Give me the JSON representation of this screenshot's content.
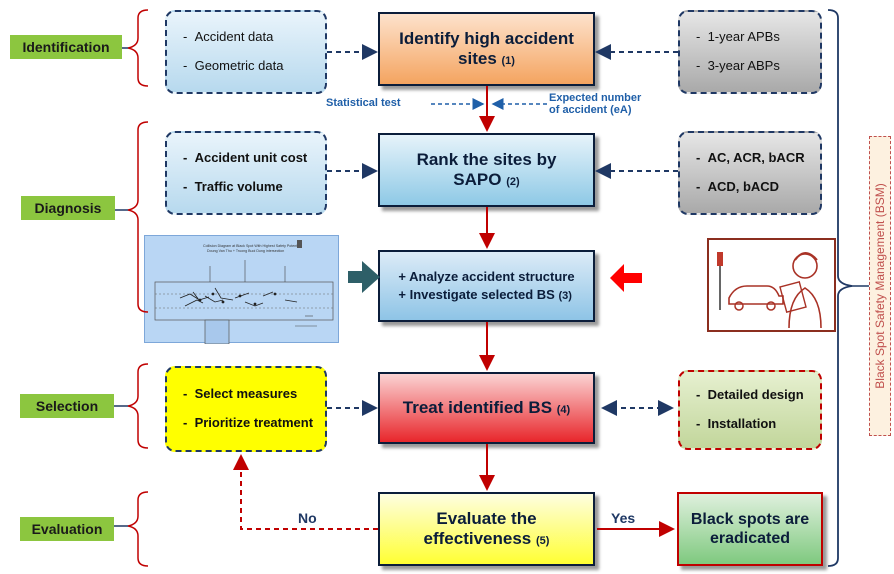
{
  "stages": {
    "identification": "Identification",
    "diagnosis": "Diagnosis",
    "selection": "Selection",
    "evaluation": "Evaluation"
  },
  "inputs_left": {
    "identification": [
      "Accident data",
      "Geometric data"
    ],
    "diagnosis": [
      "Accident unit cost",
      "Traffic volume"
    ],
    "selection": [
      "Select measures",
      "Prioritize treatment"
    ]
  },
  "inputs_right": {
    "identification": [
      "1-year APBs",
      "3-year ABPs"
    ],
    "diagnosis": [
      "AC, ACR, bACR",
      "ACD, bACD"
    ],
    "selection": [
      "Detailed design",
      "Installation"
    ]
  },
  "bullet": "-",
  "steps": {
    "s1": {
      "title_line1": "Identify high accident",
      "title_line2": "sites",
      "num": "(1)"
    },
    "s2": {
      "title_line1": "Rank the sites by",
      "title_line2": "SAPO",
      "num": "(2)"
    },
    "s3": {
      "line1": "+ Analyze accident structure",
      "line2": "+ Investigate selected BS",
      "num": "(3)"
    },
    "s4": {
      "title": "Treat identified BS",
      "num": "(4)"
    },
    "s5": {
      "title_line1": "Evaluate the",
      "title_line2": "effectiveness",
      "num": "(5)"
    },
    "result": {
      "line1": "Black spots are",
      "line2": "eradicated"
    }
  },
  "notes": {
    "statistical_test": "Statistical test",
    "expected_line1": "Expected number",
    "expected_line2": "of accident (eA)"
  },
  "edge_labels": {
    "no": "No",
    "yes": "Yes"
  },
  "bsm_label": "Black Spot Safety Management (BSM)",
  "thumbnail_title_line1": "Collision Diagram at Black Spot With Highest Safety Potential",
  "thumbnail_title_line2": "Doung Van Thu + Truong Buoi Dung intersection",
  "colors": {
    "stage_green": "#8cc63f",
    "dark_navy": "#1f3864",
    "red": "#c00000",
    "note_blue": "#1f5fa8"
  }
}
